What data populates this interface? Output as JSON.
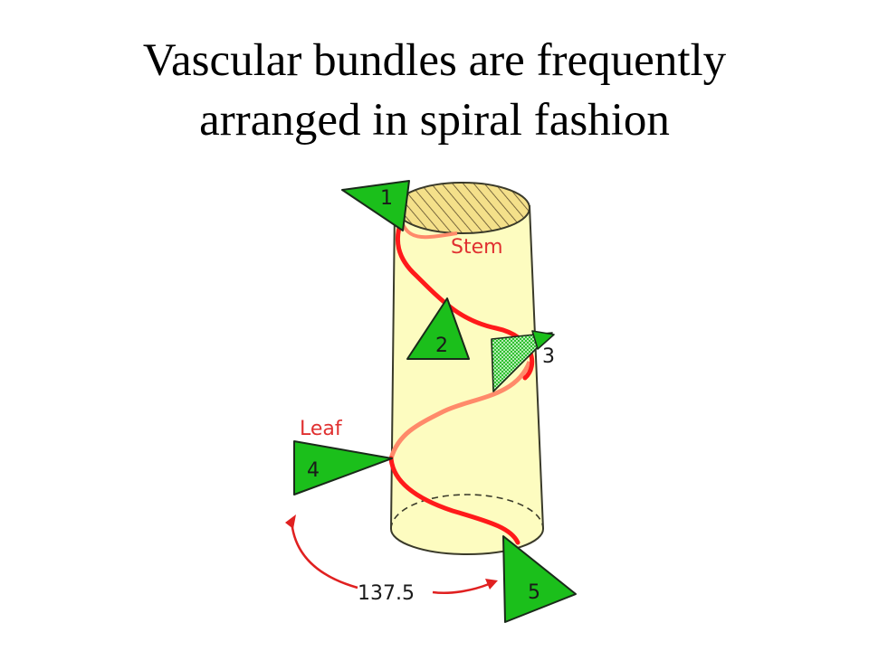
{
  "title": {
    "line1": "Vascular bundles are frequently",
    "line2": "arranged in spiral fashion"
  },
  "diagram": {
    "stem_label": "Stem",
    "leaf_label": "Leaf",
    "angle_label": "137.5",
    "leaves": [
      "1",
      "2",
      "3",
      "4",
      "5"
    ],
    "colors": {
      "stem_fill": "#fdfcc0",
      "stem_top": "#f4e08a",
      "leaf_green": "#1bbf1b",
      "leaf_green_light": "#8fdc8f",
      "spiral_front": "#ff1a1a",
      "spiral_back": "#ff8a6a",
      "label_red": "#e03030"
    }
  }
}
